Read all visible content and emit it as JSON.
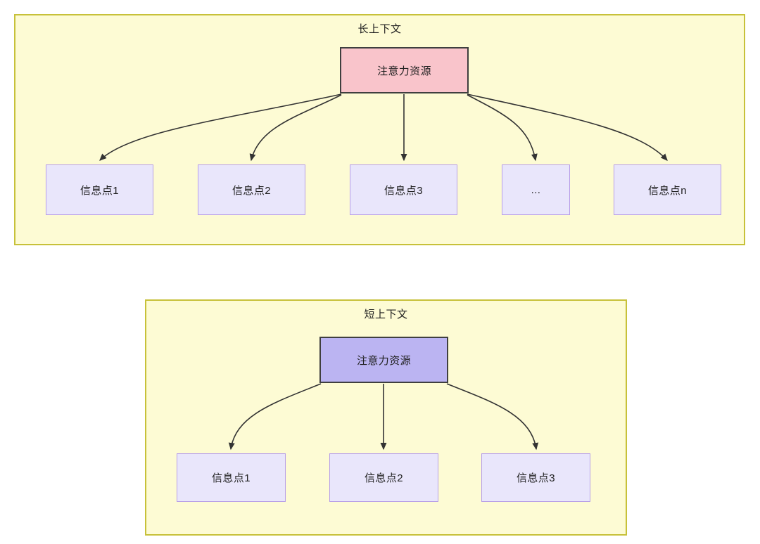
{
  "diagram": {
    "title_semantic": "attention-resource-allocation-long-vs-short-context",
    "panels": [
      {
        "id": "long-context",
        "title": "长上下文",
        "root": {
          "label": "注意力资源",
          "fill": "#f9c4cb",
          "stroke": "#3f3f3f"
        },
        "leaves": [
          {
            "label": "信息点1"
          },
          {
            "label": "信息点2"
          },
          {
            "label": "信息点3"
          },
          {
            "label": "..."
          },
          {
            "label": "信息点n"
          }
        ],
        "edge_count": 5
      },
      {
        "id": "short-context",
        "title": "短上下文",
        "root": {
          "label": "注意力资源",
          "fill": "#bbb4f2",
          "stroke": "#3f3f3f"
        },
        "leaves": [
          {
            "label": "信息点1"
          },
          {
            "label": "信息点2"
          },
          {
            "label": "信息点3"
          }
        ],
        "edge_count": 3
      }
    ],
    "colors": {
      "panel_fill": "#fdfbd4",
      "panel_stroke": "#c7c13a",
      "leaf_fill": "#e9e6fb",
      "leaf_stroke": "#b79ee8",
      "root_long_fill": "#f9c4cb",
      "root_short_fill": "#bbb4f2",
      "root_stroke": "#3f3f3f",
      "edge_stroke": "#333333",
      "text": "#1f1f1f",
      "background": "#ffffff"
    }
  }
}
